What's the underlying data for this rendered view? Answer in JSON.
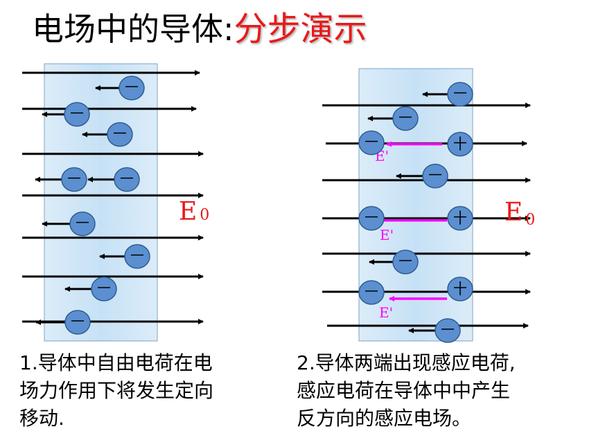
{
  "title": {
    "main": "电场中的导体:",
    "highlight": "分步演示"
  },
  "panel1": {
    "field_label": "E",
    "field_subscript": "0",
    "caption_line1": "1.导体中自由电荷在电",
    "caption_line2": "场力作用下将发生定向",
    "caption_line3": "移动."
  },
  "panel2": {
    "field_label": "E",
    "field_subscript": "0",
    "induced_label": "E'",
    "caption_line1": "2.导体两端出现感应电荷,",
    "caption_line2": "感应电荷在导体中中产生",
    "caption_line3": "反方向的感应电场。"
  },
  "colors": {
    "charge_fill": "#5b8fd0",
    "conductor": "#cfe6f7",
    "induced_field": "#ff00ff",
    "field_label": "#e81919"
  }
}
